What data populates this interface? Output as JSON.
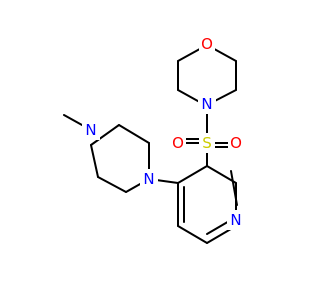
{
  "molecule": {
    "atoms": [
      {
        "id": "O1",
        "symbol": "O",
        "color": "#ff0000"
      },
      {
        "id": "N1",
        "symbol": "N",
        "color": "#0000ff"
      },
      {
        "id": "S1",
        "symbol": "S",
        "color": "#cccc00"
      },
      {
        "id": "O2",
        "symbol": "O",
        "color": "#ff0000"
      },
      {
        "id": "O3",
        "symbol": "O",
        "color": "#ff0000"
      },
      {
        "id": "N2",
        "symbol": "N",
        "color": "#0000ff"
      },
      {
        "id": "N3",
        "symbol": "N",
        "color": "#0000ff"
      },
      {
        "id": "N4",
        "symbol": "N",
        "color": "#0000ff"
      }
    ],
    "bond_color": "#000000"
  }
}
